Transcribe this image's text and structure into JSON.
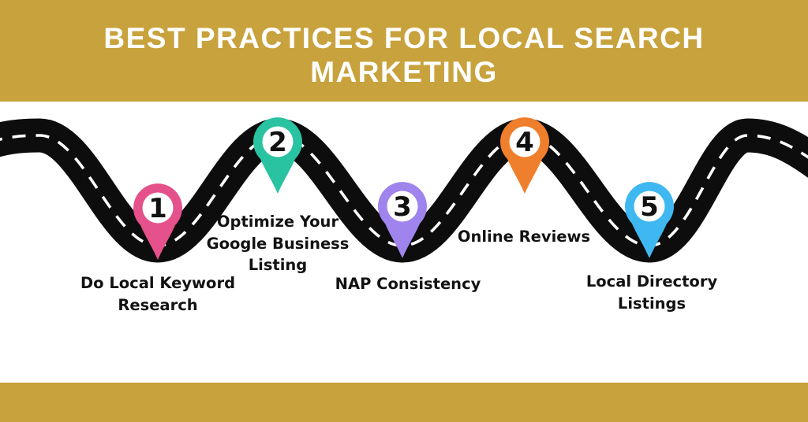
{
  "title": "BEST PRACTICES FOR LOCAL SEARCH MARKETING",
  "colors": {
    "band": "#C8A23C",
    "road": "#0d0d0d",
    "road_dash": "#ffffff",
    "label_text": "#121212",
    "title_text": "#ffffff"
  },
  "steps": [
    {
      "number": "1",
      "label": "Do Local Keyword Research",
      "color": "#E5518A",
      "position": "trough"
    },
    {
      "number": "2",
      "label": "Optimize Your Google Business Listing",
      "color": "#29C3A1",
      "position": "crest"
    },
    {
      "number": "3",
      "label": "NAP Consistency",
      "color": "#9E84EC",
      "position": "trough"
    },
    {
      "number": "4",
      "label": "Online Reviews",
      "color": "#EF7F2D",
      "position": "crest"
    },
    {
      "number": "5",
      "label": "Local Directory Listings",
      "color": "#3FB8F2",
      "position": "trough"
    }
  ]
}
